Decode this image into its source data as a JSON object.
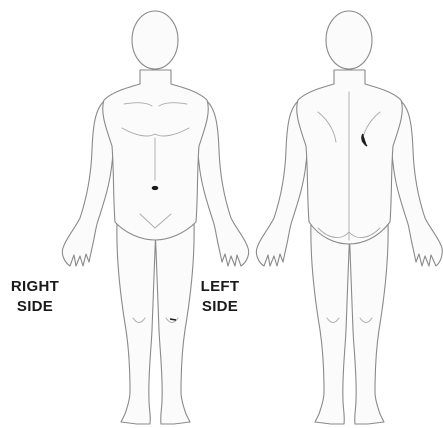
{
  "diagram": {
    "labels": {
      "right_side": [
        "RIGHT",
        "SIDE"
      ],
      "left_side": [
        "LEFT",
        "SIDE"
      ]
    },
    "colors": {
      "outline": "#8a8a8a",
      "fill": "#fbfbfb",
      "mark": "#1c1c1c",
      "label": "#1a1a1a"
    }
  }
}
